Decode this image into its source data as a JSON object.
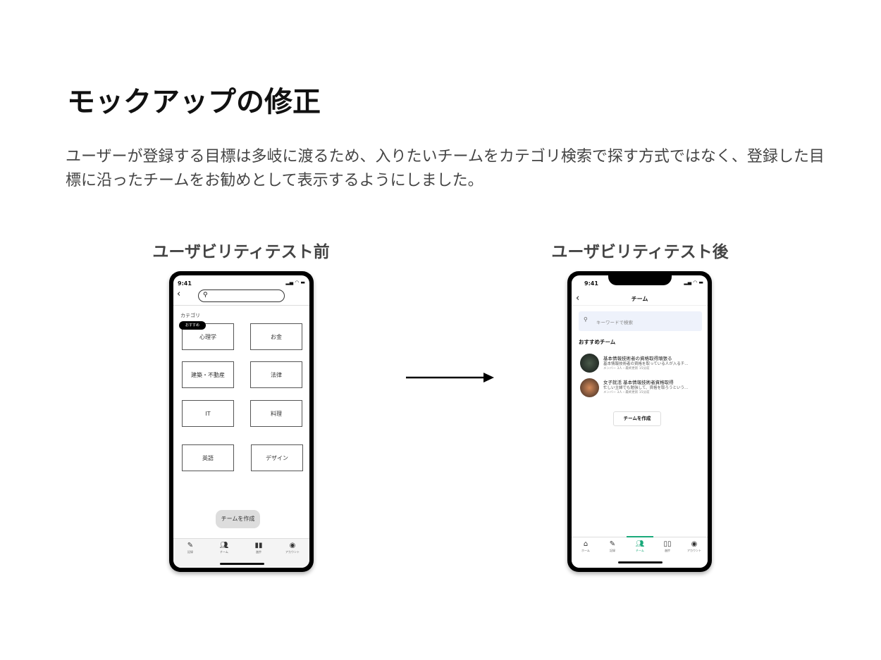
{
  "title": "モックアップの修正",
  "description": "ユーザーが登録する目標は多岐に渡るため、入りたいチームをカテゴリ検索で探す方式ではなく、登録した目標に沿ったチームをお勧めとして表示するようにしました。",
  "before": {
    "caption": "ユーザビリティテスト前",
    "time": "9:41",
    "category_label": "カテゴリ",
    "badge": "おすすめ",
    "categories": [
      "心理学",
      "お金",
      "建築・不動産",
      "法律",
      "IT",
      "料理",
      "英語",
      "デザイン"
    ],
    "create_button": "チームを作成",
    "tabs": [
      {
        "label": "記録",
        "icon": "pencil-icon"
      },
      {
        "label": "チーム",
        "icon": "team-icon"
      },
      {
        "label": "進捗",
        "icon": "chart-icon"
      },
      {
        "label": "アカウント",
        "icon": "account-icon"
      }
    ]
  },
  "after": {
    "caption": "ユーザビリティテスト後",
    "time": "9:41",
    "nav_title": "チーム",
    "search_placeholder": "キーワードで検索",
    "section_title": "おすすめチーム",
    "teams": [
      {
        "name": "基本情報技術者の資格取得頑張る",
        "desc": "基本情報技術者の資格を取っている人が入るチ...",
        "meta": "メンバー 3人・最終更新 15分前"
      },
      {
        "name": "女子就活 基本情報技術者資格取得",
        "desc": "忙しい主婦でも勉強して、資格を取ろうという...",
        "meta": "メンバー 3人・最終更新 15分前"
      }
    ],
    "create_button": "チームを作成",
    "tabs": [
      {
        "label": "ホーム",
        "icon": "home-icon"
      },
      {
        "label": "記録",
        "icon": "pencil-icon"
      },
      {
        "label": "チーム",
        "icon": "team-icon"
      },
      {
        "label": "進捗",
        "icon": "chart-icon"
      },
      {
        "label": "アカウント",
        "icon": "account-icon"
      }
    ],
    "accent": "#1aa97a"
  }
}
